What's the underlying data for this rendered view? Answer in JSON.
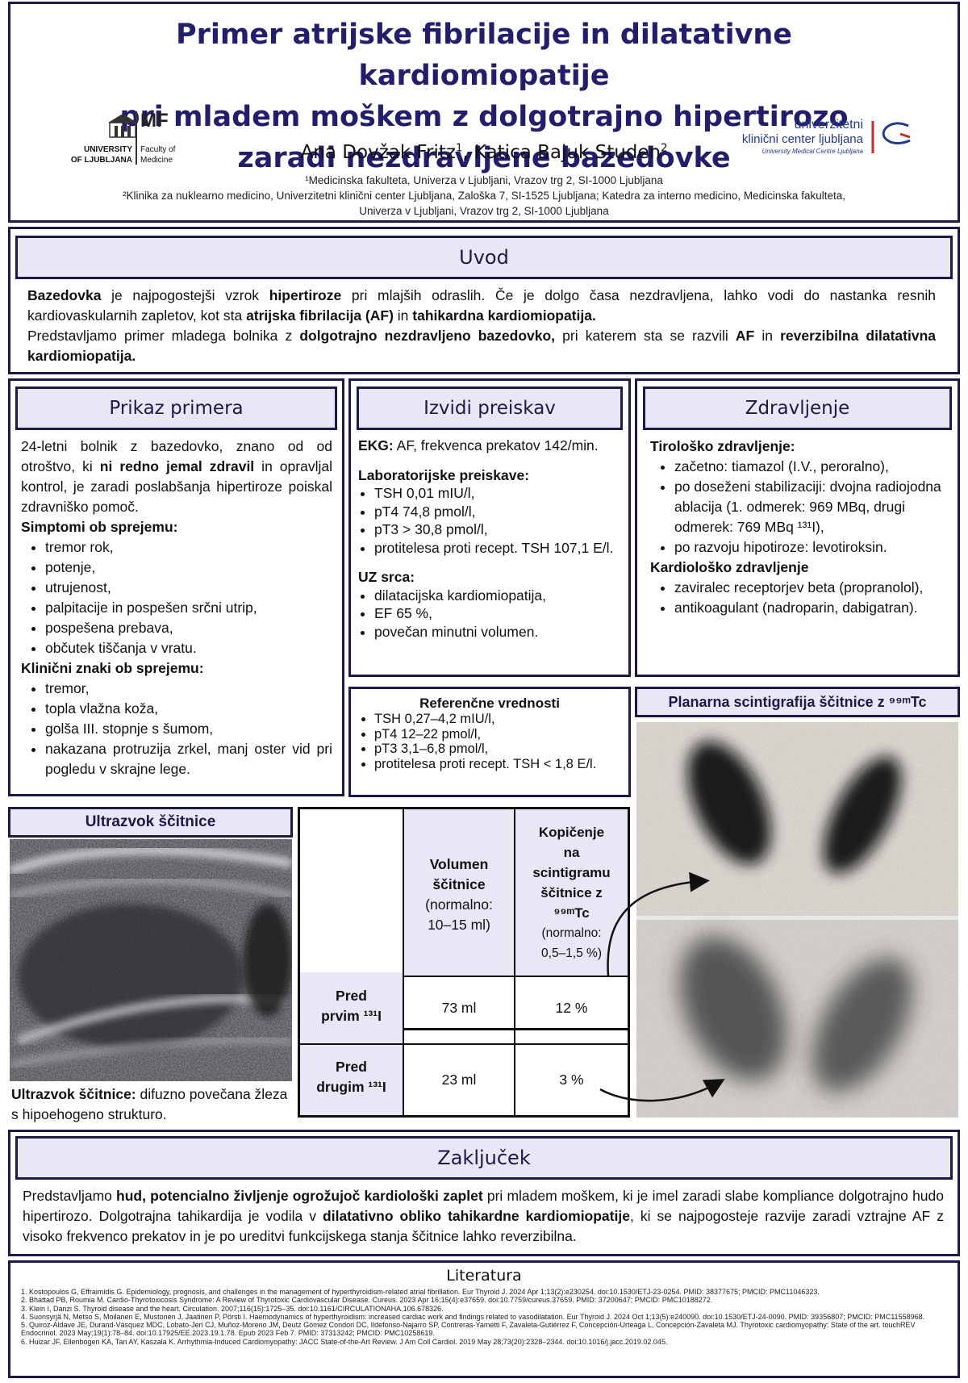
{
  "title": {
    "line1": "Primer atrijske fibrilacije in dilatativne kardiomiopatije",
    "line2": "pri mladem moškem z dolgotrajno hipertirozo",
    "line3": "zaradi nezdravljene bazedovke",
    "author1": "Ana Dovžak Fritz",
    "author1_sup": "1",
    "sep": ", ",
    "author2": "Katica Bajuk Studen",
    "author2_sup": "2",
    "aff1": "¹Medicinska fakulteta, Univerza v Ljubljani, Vrazov trg 2, SI-1000 Ljubljana",
    "aff2": "²Klinika za nuklearno medicino, Univerzitetni klinični center Ljubljana, Zaloška 7, SI-1525 Ljubljana; Katedra za interno medicino, Medicinska fakulteta,",
    "aff3": "Univerza v Ljubljani, Vrazov trg 2, SI-1000 Ljubljana"
  },
  "logo_left": {
    "mf": "MF",
    "uni1": "UNIVERSITY",
    "uni2": "OF LJUBLJANA",
    "fac1": "Faculty of",
    "fac2": "Medicine"
  },
  "logo_right": {
    "l1": "univerzitetni",
    "l2": "klinični center ljubljana",
    "l3": "University Medical Centre Ljubljana"
  },
  "uvod": {
    "heading": "Uvod",
    "p1_a": "Bazedovka",
    "p1_b": " je najpogostejši vzrok ",
    "p1_c": "hipertiroze",
    "p1_d": " pri mlajših odraslih. Če je dolgo časa nezdravljena, lahko vodi do nastanka resnih kardiovaskularnih zapletov, kot sta ",
    "p1_e": "atrijska fibrilacija (AF)",
    "p1_f": " in ",
    "p1_g": "tahikardna kardiomiopatija.",
    "p2_a": "Predstavljamo primer mladega bolnika z ",
    "p2_b": "dolgotrajno nezdravljeno bazedovko,",
    "p2_c": " pri katerem sta se razvili ",
    "p2_d": "AF",
    "p2_e": " in ",
    "p2_f": "reverzibilna dilatativna kardiomiopatija."
  },
  "prikaz": {
    "heading": "Prikaz primera",
    "intro_a": "24-letni bolnik z bazedovko, znano od od otroštvo, ki ",
    "intro_b": "ni redno jemal zdravil",
    "intro_c": " in opravljal kontrol, je zaradi poslabšanja hipertiroze poiskal zdravniško pomoč.",
    "simptomi_title": "Simptomi ob sprejemu:",
    "simptomi": [
      "tremor rok,",
      "potenje,",
      "utrujenost,",
      "palpitacije in pospešen srčni utrip,",
      "pospešena prebava,",
      "občutek tiščanja v vratu."
    ],
    "znaki_title": "Klinični znaki ob sprejemu:",
    "znaki": [
      "tremor,",
      "topla vlažna koža,",
      "golša III. stopnje s šumom,",
      "nakazana protruzija zrkel, manj oster vid pri pogledu v skrajne lege."
    ]
  },
  "izvidi": {
    "heading": "Izvidi preiskav",
    "ekg_label": "EKG:",
    "ekg_text": " AF, frekvenca prekatov 142/min.",
    "lab_title": "Laboratorijske preiskave:",
    "lab": [
      "TSH 0,01 mIU/l,",
      "pT4 74,8 pmol/l,",
      "pT3 > 30,8 pmol/l,",
      "protitelesa proti recept. TSH 107,1 E/l."
    ],
    "uz_title": "UZ srca:",
    "uz": [
      "dilatacijska kardiomiopatija,",
      "EF 65 %,",
      "povečan minutni volumen."
    ]
  },
  "referencne": {
    "title": "Referenčne vrednosti",
    "items": [
      "TSH 0,27–4,2 mIU/l,",
      "pT4 12–22 pmol/l,",
      "pT3 3,1–6,8 pmol/l,",
      "protitelesa proti recept. TSH < 1,8 E/l."
    ]
  },
  "zdravljenje": {
    "heading": "Zdravljenje",
    "tiro_title": "Tirološko zdravljenje:",
    "tiro": [
      "začetno: tiamazol (I.V., peroralno),",
      "po doseženi stabilizaciji: dvojna radiojodna ablacija (1. odmerek: 969 MBq, drugi odmerek: 769 MBq ¹³¹I),",
      "po razvoju hipotiroze: levotiroksin."
    ],
    "kard_title": "Kardiološko zdravljenje",
    "kard": [
      "zaviralec receptorjev beta (propranolol),",
      "antikoagulant (nadroparin, dabigatran)."
    ]
  },
  "ultrazvok": {
    "heading": "Ultrazvok ščitnice",
    "caption_bold": "Ultrazvok ščitnice:",
    "caption_text": " difuzno povečana žleza s hipoehogeno strukturo."
  },
  "tabela": {
    "col1_a": "Volumen",
    "col1_b": "ščitnice",
    "col1_c": "(normalno:",
    "col1_d": "10–15 ml)",
    "col2_a": "Kopičenje",
    "col2_b": "na",
    "col2_c": "scintigramu",
    "col2_d": "ščitnice z",
    "col2_e": "⁹⁹ᵐTc",
    "col2_f": "(normalno:",
    "col2_g": "0,5–1,5 %)",
    "row1_a": "Pred",
    "row1_b": "prvim ¹³¹I",
    "row1_v": "73 ml",
    "row1_p": "12 %",
    "row2_a": "Pred",
    "row2_b": "drugim ¹³¹I",
    "row2_v": "23 ml",
    "row2_p": "3 %"
  },
  "scinti": {
    "heading": "Planarna scintigrafija ščitnice z ⁹⁹ᵐTc"
  },
  "zakljucek": {
    "heading": "Zaključek",
    "a": "Predstavljamo ",
    "b": "hud, potencialno življenje ogrožujoč kardiološki zaplet",
    "c": " pri mladem moškem, ki je imel zaradi slabe kompliance dolgotrajno hudo hipertirozo. Dolgotrajna tahikardija je vodila v ",
    "d": "dilatativno obliko tahikardne kardiomiopatije",
    "e": ", ki se najpogosteje razvije zaradi vztrajne AF z visoko frekvenco prekatov in je po ureditvi funkcijskega stanja ščitnice lahko reverzibilna."
  },
  "literatura": {
    "heading": "Literatura",
    "refs": [
      "1. Kostopoulos G, Effraimidis G. Epidemiology, prognosis, and challenges in the management of hyperthyroidism-related atrial fibrillation. Eur Thyroid J. 2024 Apr 1;13(2):e230254. doi:10.1530/ETJ-23-0254. PMID: 38377675; PMCID: PMC11046323.",
      "2. Bhattad PB, Roumia M. Cardio-Thyrotoxicosis Syndrome: A Review of Thyrotoxic Cardiovascular Disease. Cureus. 2023 Apr 16;15(4):e37659. doi:10.7759/cureus.37659. PMID: 37200647; PMCID: PMC10188272.",
      "3. Klein I, Danzi S. Thyroid disease and the heart. Circulation. 2007;116(15):1725–35. doi:10.1161/CIRCULATIONAHA.106.678326.",
      "4. Suonsyrjä N, Metso S, Moilanen E, Mustonen J, Jaatinen P, Pörsti I. Haemodynamics of hyperthyroidism: increased cardiac work and findings related to vasodilatation. Eur Thyroid J. 2024 Oct 1;13(5):e240090. doi:10.1530/ETJ-24-0090. PMID: 39356807; PMCID: PMC11558968.",
      "5. Quiroz-Aldave JE, Durand-Vásquez MDC, Lobato-Jeri CJ, Muñoz-Moreno JM, Deutz Gómez Condori DC, Ildefonso-Najarro SP, Contreras-Yametti F, Zavaleta-Gutiérrez F, Concepción-Urteaga L, Concepción-Zavaleta MJ. Thyrotoxic cardiomyopathy: State of the art. touchREV Endocrinol. 2023 May;19(1):78–84. doi:10.17925/EE.2023.19.1.78. Epub 2023 Feb 7. PMID: 37313242; PMCID: PMC10258619.",
      "6. Huizar JF, Ellenbogen KA, Tan AY, Kaszala K. Arrhythmia-Induced Cardiomyopathy: JACC State-of-the-Art Review. J Am Coll Cardiol. 2019 May 28;73(20):2328–2344. doi:10.1016/j.jacc.2019.02.045."
    ]
  }
}
